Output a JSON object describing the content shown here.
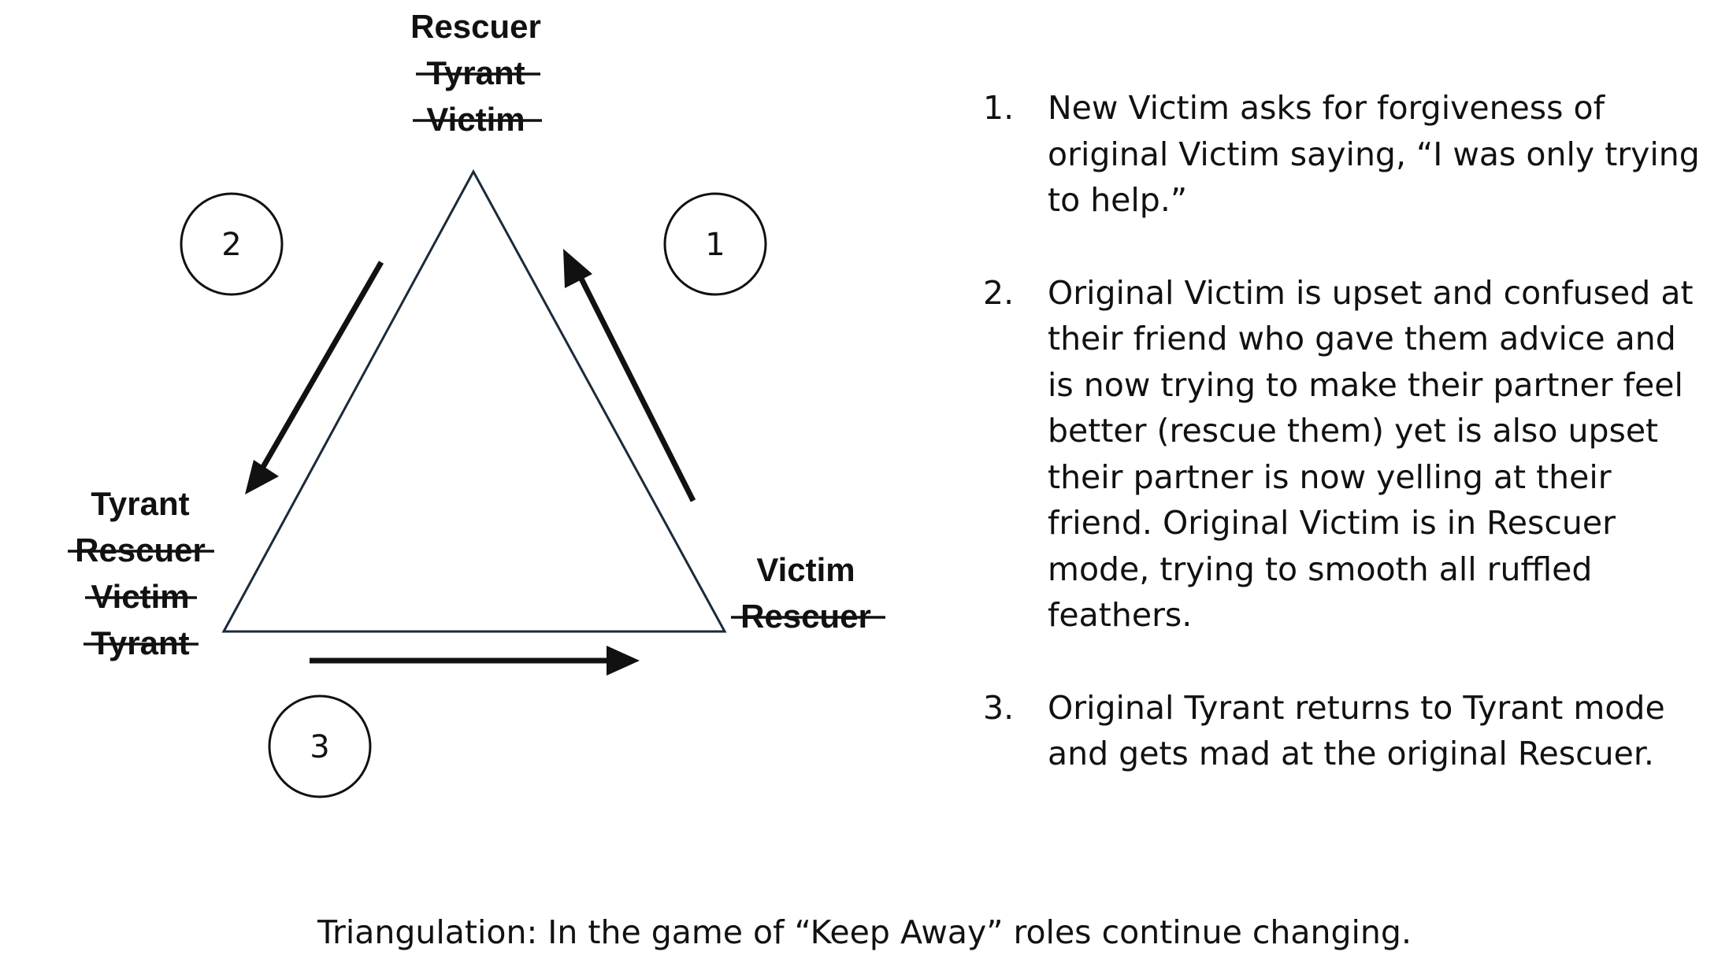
{
  "roles": {
    "top": {
      "current": "Rescuer",
      "struck": [
        "Tyrant",
        "Victim"
      ]
    },
    "left": {
      "current": "Tyrant",
      "struck": [
        "Rescuer",
        "Victim",
        "Tyrant"
      ]
    },
    "right": {
      "current": "Victim",
      "struck": [
        "Rescuer"
      ]
    }
  },
  "markers": [
    "1",
    "2",
    "3"
  ],
  "steps": [
    {
      "number": "1.",
      "text": "New Victim asks for forgiveness of original Victim saying, “I was only trying to help.”"
    },
    {
      "number": "2.",
      "text": "Original Victim is upset and confused at their friend who gave them advice and is now trying to make their partner feel better (rescue them) yet is also upset their partner is now yelling at their friend. Original Victim is in Rescuer mode, trying to smooth all ruffled feathers."
    },
    {
      "number": "3.",
      "text": "Original Tyrant returns to Tyrant mode and gets mad at the original Rescuer."
    }
  ],
  "caption": "Triangulation: In the game of “Keep Away” roles continue changing.",
  "colors": {
    "triangle_stroke": "#1b2a3a",
    "arrow": "#111111",
    "text": "#111111"
  }
}
